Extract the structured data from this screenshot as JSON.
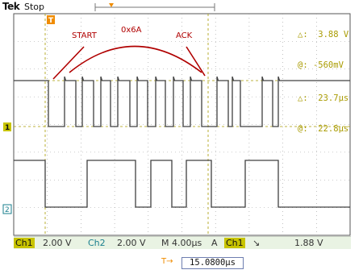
{
  "header": {
    "brand": "Tek",
    "state": "Stop"
  },
  "cursor_readout": {
    "voltage_delta": "△:  3.88 V",
    "voltage_at": "@: -560mV",
    "time_delta": "△:  23.7μs",
    "time_at": "@:  22.8μs"
  },
  "annotations": {
    "start": "START",
    "data": "0x6A",
    "ack": "ACK"
  },
  "channel_markers": {
    "ch1": "1",
    "ch2": "2",
    "trigger": "T"
  },
  "bottom_bar": {
    "ch1_label": "Ch1",
    "ch1_scale": "2.00 V",
    "ch2_label": "Ch2",
    "ch2_scale": "2.00 V",
    "timebase": "M 4.00μs",
    "trigger_mode": "A",
    "trigger_source": "Ch1",
    "trigger_slope": "↘",
    "trigger_level": "1.88 V"
  },
  "trigger_position": {
    "icon": "T→",
    "value": "15.0800μs"
  },
  "colors": {
    "ch1": "#c8c400",
    "ch2": "#1a7f8e",
    "trace": "#404040",
    "annotation": "#b00000",
    "cursor": "#a99b00",
    "trigger": "#f08c00",
    "grid": "#8a8a8a"
  }
}
